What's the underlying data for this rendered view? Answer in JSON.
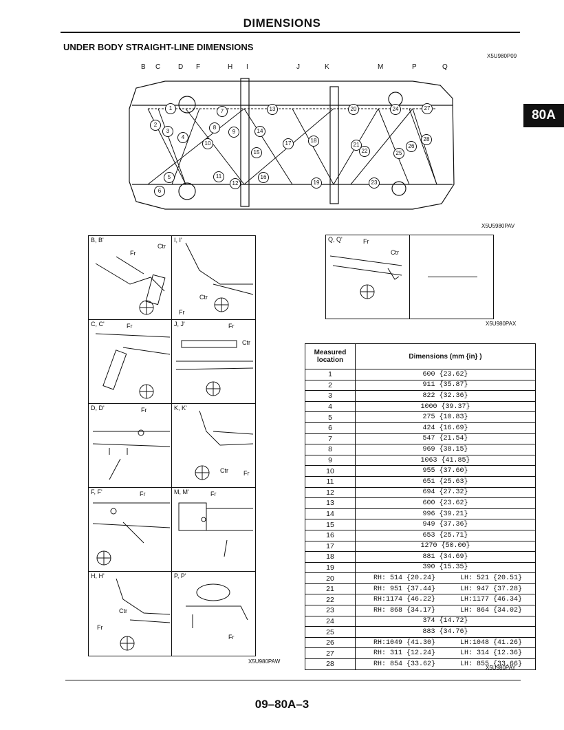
{
  "header": {
    "title": "DIMENSIONS"
  },
  "section": {
    "title": "UNDER BODY STRAIGHT-LINE DIMENSIONS",
    "code": "X5U980P09"
  },
  "tab": "80A",
  "diagram": {
    "letters": [
      "B",
      "C",
      "D",
      "F",
      "H",
      "I",
      "J",
      "K",
      "M",
      "P",
      "Q"
    ],
    "points": [
      "1",
      "2",
      "3",
      "4",
      "5",
      "6",
      "7",
      "8",
      "9",
      "10",
      "11",
      "12",
      "13",
      "14",
      "15",
      "16",
      "17",
      "18",
      "19",
      "20",
      "21",
      "22",
      "23",
      "24",
      "25",
      "26",
      "27",
      "28"
    ],
    "code": "X5U5980PAV"
  },
  "panels": [
    {
      "label": "B, B'",
      "dirs": [
        "Ctr",
        "Fr"
      ]
    },
    {
      "label": "I, I'",
      "dirs": [
        "Ctr",
        "Fr"
      ]
    },
    {
      "label": "C, C'",
      "dirs": [
        "Fr"
      ]
    },
    {
      "label": "J, J'",
      "dirs": [
        "Fr",
        "Ctr"
      ]
    },
    {
      "label": "D, D'",
      "dirs": [
        "Fr"
      ]
    },
    {
      "label": "K, K'",
      "dirs": [
        "Ctr",
        "Fr"
      ]
    },
    {
      "label": "F, F'",
      "dirs": [
        "Fr"
      ]
    },
    {
      "label": "M, M'",
      "dirs": [
        "Fr"
      ]
    },
    {
      "label": "H, H'",
      "dirs": [
        "Ctr",
        "Fr"
      ]
    },
    {
      "label": "P, P'",
      "dirs": [
        "Fr"
      ]
    }
  ],
  "panels_code": "X5U980PAW",
  "q_panel": {
    "label": "Q, Q'",
    "dirs": [
      "Fr",
      "Ctr"
    ],
    "code": "X5U980PAX"
  },
  "table": {
    "header_location": "Measured location",
    "header_dimensions": "Dimensions   (mm {in} )",
    "rows": [
      [
        "1",
        "600 {23.62}"
      ],
      [
        "2",
        "911 {35.87}"
      ],
      [
        "3",
        "822 {32.36}"
      ],
      [
        "4",
        "1000 {39.37}"
      ],
      [
        "5",
        "275 {10.83}"
      ],
      [
        "6",
        "424 {16.69}"
      ],
      [
        "7",
        "547 {21.54}"
      ],
      [
        "8",
        "969 {38.15}"
      ],
      [
        "9",
        "1063 {41.85}"
      ],
      [
        "10",
        "955 {37.60}"
      ],
      [
        "11",
        "651 {25.63}"
      ],
      [
        "12",
        "694 {27.32}"
      ],
      [
        "13",
        "600 {23.62}"
      ],
      [
        "14",
        "996 {39.21}"
      ],
      [
        "15",
        "949 {37.36}"
      ],
      [
        "16",
        "653 {25.71}"
      ],
      [
        "17",
        "1270 {50.00}"
      ],
      [
        "18",
        "881 {34.69}"
      ],
      [
        "19",
        "390 {15.35}"
      ],
      [
        "20",
        "RH: 514 {20.24}      LH: 521 {20.51}"
      ],
      [
        "21",
        "RH: 951 {37.44}      LH: 947 {37.28}"
      ],
      [
        "22",
        "RH:1174 {46.22}      LH:1177 {46.34}"
      ],
      [
        "23",
        "RH: 868 {34.17}      LH: 864 {34.02}"
      ],
      [
        "24",
        "374 {14.72}"
      ],
      [
        "25",
        "883 {34.76}"
      ],
      [
        "26",
        "RH:1049 {41.30}      LH:1048 {41.26}"
      ],
      [
        "27",
        "RH: 311 {12.24}      LH: 314 {12.36}"
      ],
      [
        "28",
        "RH: 854 {33.62}      LH: 855 {33.66}"
      ]
    ],
    "code": "X5U980PAY"
  },
  "footer": {
    "page": "09–80A–3"
  }
}
